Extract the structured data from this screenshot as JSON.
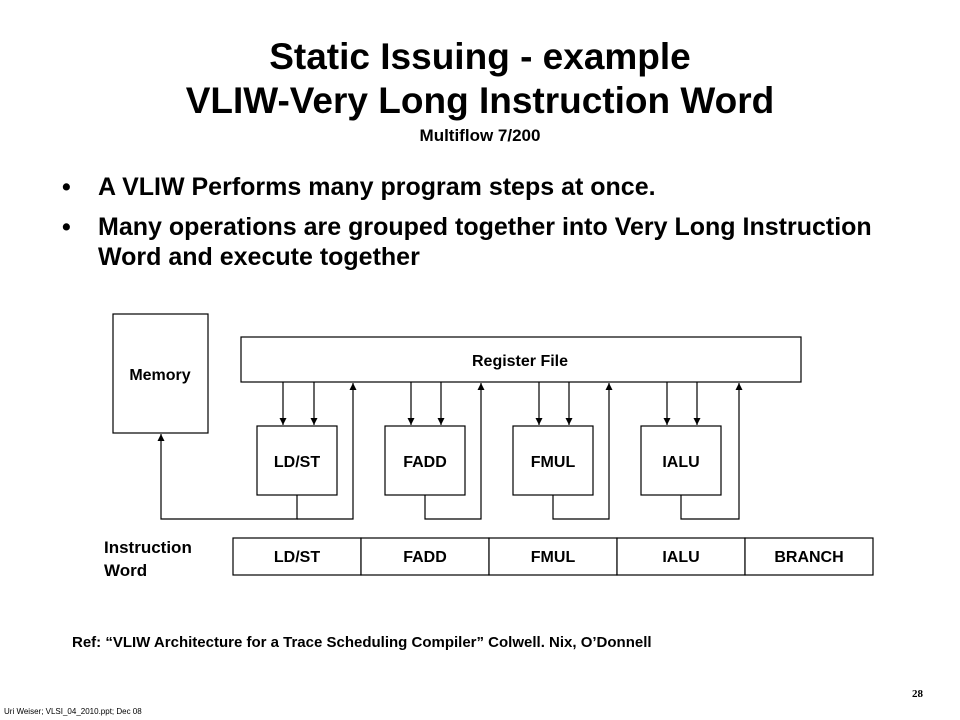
{
  "slide": {
    "title_line1": "Static Issuing - example",
    "title_line2": "VLIW-Very Long Instruction Word",
    "subtitle": "Multiflow 7/200",
    "bullets": [
      {
        "marker": "•",
        "text": "A VLIW Performs many program steps at once."
      },
      {
        "marker": "•",
        "text": "Many operations are grouped together into Very Long Instruction Word and execute together"
      }
    ]
  },
  "diagram": {
    "memory_label": "Memory",
    "register_file_label": "Register File",
    "units": [
      "LD/ST",
      "FADD",
      "FMUL",
      "IALU"
    ],
    "instruction_word_label_line1": "Instruction",
    "instruction_word_label_line2": "Word",
    "instruction_fields": [
      "LD/ST",
      "FADD",
      "FMUL",
      "IALU",
      "BRANCH"
    ]
  },
  "reference": "Ref: “VLIW Architecture for a Trace Scheduling Compiler” Colwell. Nix, O’Donnell",
  "page_number": "28",
  "footer": "Uri Weiser; VLSI_04_2010.ppt;    Dec 08"
}
